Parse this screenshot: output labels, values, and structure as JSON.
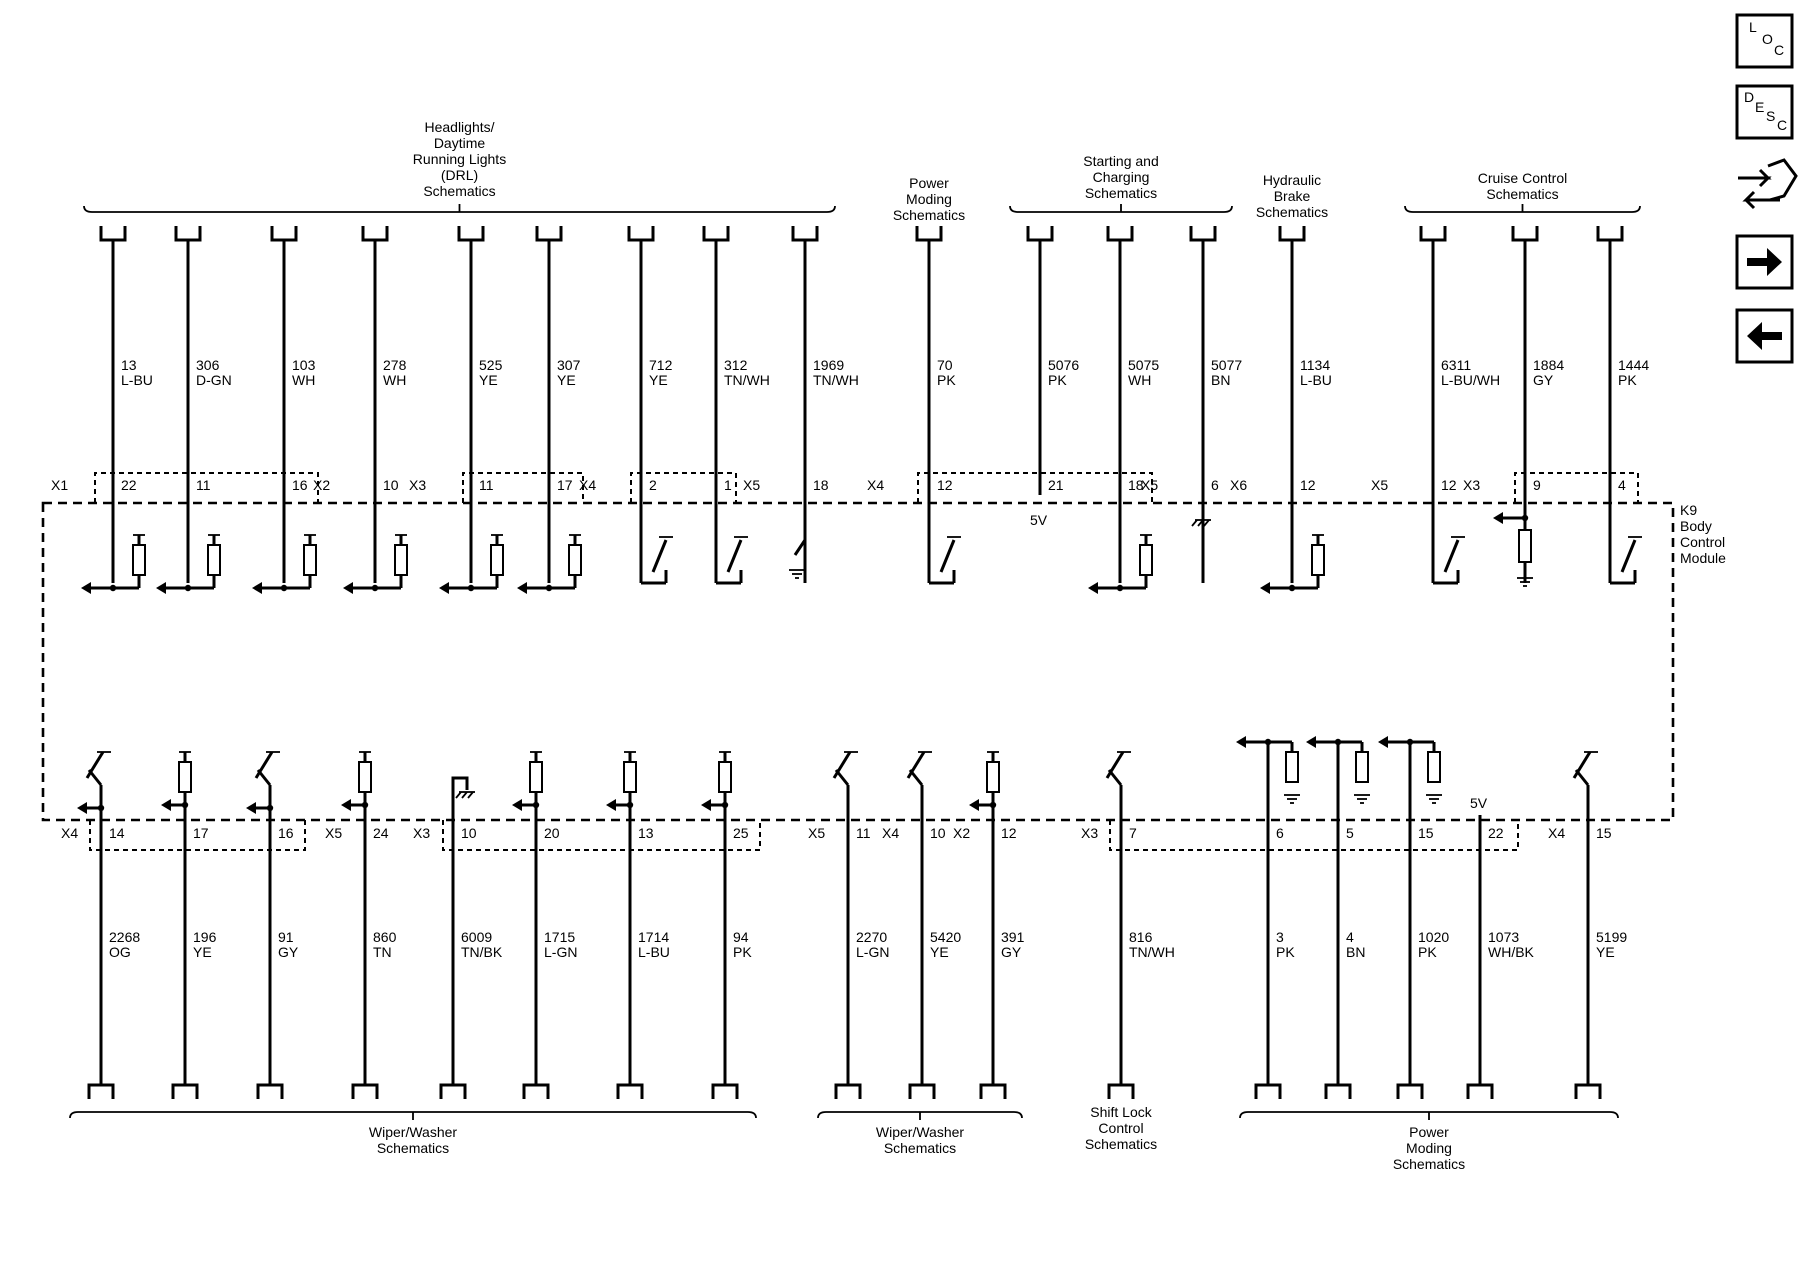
{
  "colors": {
    "ink": "#000000",
    "background": "#ffffff"
  },
  "module_label": [
    "K9",
    "Body",
    "Control",
    "Module"
  ],
  "nav": {
    "loc": [
      "L",
      "O",
      "C"
    ],
    "desc": [
      "D",
      "E",
      "S",
      "C"
    ],
    "icons": [
      "connector-end-view-icon",
      "next-page-icon",
      "previous-page-icon"
    ]
  },
  "top_headers": [
    {
      "lines": [
        "Headlights/",
        "Daytime",
        "Running Lights",
        "(DRL)",
        "Schematics"
      ]
    },
    {
      "lines": [
        "Power",
        "Moding",
        "Schematics"
      ]
    },
    {
      "lines": [
        "Starting and",
        "Charging",
        "Schematics"
      ]
    },
    {
      "lines": [
        "Hydraulic",
        "Brake",
        "Schematics"
      ]
    },
    {
      "lines": [
        "Cruise Control",
        "Schematics"
      ]
    }
  ],
  "bottom_headers": [
    {
      "lines": [
        "Wiper/Washer",
        "Schematics"
      ]
    },
    {
      "lines": [
        "Wiper/Washer",
        "Schematics"
      ]
    },
    {
      "lines": [
        "Shift Lock",
        "Control",
        "Schematics"
      ]
    },
    {
      "lines": [
        "Power",
        "Moding",
        "Schematics"
      ]
    }
  ],
  "top_wires": [
    {
      "connector": "X1",
      "pin": "22",
      "circuit": "13",
      "color": "L-BU",
      "element": "pullup-resistor"
    },
    {
      "connector": "",
      "pin": "11",
      "circuit": "306",
      "color": "D-GN",
      "element": "pullup-resistor"
    },
    {
      "connector": "",
      "pin": "16",
      "circuit": "103",
      "color": "WH",
      "element": "pullup-resistor"
    },
    {
      "connector": "X2",
      "pin": "10",
      "circuit": "278",
      "color": "WH",
      "element": "pullup-resistor"
    },
    {
      "connector": "X3",
      "pin": "11",
      "circuit": "525",
      "color": "YE",
      "element": "pullup-resistor"
    },
    {
      "connector": "",
      "pin": "17",
      "circuit": "307",
      "color": "YE",
      "element": "pullup-resistor"
    },
    {
      "connector": "X4",
      "pin": "2",
      "circuit": "712",
      "color": "YE",
      "element": "switch"
    },
    {
      "connector": "",
      "pin": "1",
      "circuit": "312",
      "color": "TN/WH",
      "element": "switch"
    },
    {
      "connector": "X5",
      "pin": "18",
      "circuit": "1969",
      "color": "TN/WH",
      "element": "ground-switch"
    },
    {
      "connector": "X4",
      "pin": "12",
      "circuit": "70",
      "color": "PK",
      "element": "switch"
    },
    {
      "connector": "",
      "pin": "21",
      "circuit": "5076",
      "color": "PK",
      "element": "5v-ref",
      "note": "5V"
    },
    {
      "connector": "",
      "pin": "18",
      "circuit": "5075",
      "color": "WH",
      "element": "pullup-resistor"
    },
    {
      "connector": "X5",
      "pin": "6",
      "circuit": "5077",
      "color": "BN",
      "element": "chassis-ground"
    },
    {
      "connector": "X6",
      "pin": "12",
      "circuit": "1134",
      "color": "L-BU",
      "element": "pullup-resistor"
    },
    {
      "connector": "X5",
      "pin": "12",
      "circuit": "6311",
      "color": "L-BU/WH",
      "element": "switch"
    },
    {
      "connector": "X3",
      "pin": "9",
      "circuit": "1884",
      "color": "GY",
      "element": "pulldown-resistor"
    },
    {
      "connector": "",
      "pin": "4",
      "circuit": "1444",
      "color": "PK",
      "element": "switch"
    }
  ],
  "bottom_wires": [
    {
      "connector": "X4",
      "pin": "14",
      "circuit": "2268",
      "color": "OG",
      "element": "switch"
    },
    {
      "connector": "",
      "pin": "17",
      "circuit": "196",
      "color": "YE",
      "element": "pullup-resistor"
    },
    {
      "connector": "",
      "pin": "16",
      "circuit": "91",
      "color": "GY",
      "element": "switch"
    },
    {
      "connector": "X5",
      "pin": "24",
      "circuit": "860",
      "color": "TN",
      "element": "pullup-resistor"
    },
    {
      "connector": "X3",
      "pin": "10",
      "circuit": "6009",
      "color": "TN/BK",
      "element": "chassis-ground"
    },
    {
      "connector": "",
      "pin": "20",
      "circuit": "1715",
      "color": "L-GN",
      "element": "pullup-resistor"
    },
    {
      "connector": "",
      "pin": "13",
      "circuit": "1714",
      "color": "L-BU",
      "element": "pullup-resistor"
    },
    {
      "connector": "",
      "pin": "25",
      "circuit": "94",
      "color": "PK",
      "element": "pullup-resistor"
    },
    {
      "connector": "X5",
      "pin": "11",
      "circuit": "2270",
      "color": "L-GN",
      "element": "switch"
    },
    {
      "connector": "X4",
      "pin": "10",
      "circuit": "5420",
      "color": "YE",
      "element": "switch"
    },
    {
      "connector": "X2",
      "pin": "12",
      "circuit": "391",
      "color": "GY",
      "element": "pullup-resistor"
    },
    {
      "connector": "X3",
      "pin": "7",
      "circuit": "816",
      "color": "TN/WH",
      "element": "switch"
    },
    {
      "connector": "",
      "pin": "6",
      "circuit": "3",
      "color": "PK",
      "element": "pulldown-resistor"
    },
    {
      "connector": "",
      "pin": "5",
      "circuit": "4",
      "color": "BN",
      "element": "pulldown-resistor"
    },
    {
      "connector": "",
      "pin": "15",
      "circuit": "1020",
      "color": "PK",
      "element": "pulldown-resistor"
    },
    {
      "connector": "",
      "pin": "22",
      "circuit": "1073",
      "color": "WH/BK",
      "element": "5v-ref",
      "note": "5V"
    },
    {
      "connector": "X4",
      "pin": "15",
      "circuit": "5199",
      "color": "YE",
      "element": "switch"
    }
  ]
}
